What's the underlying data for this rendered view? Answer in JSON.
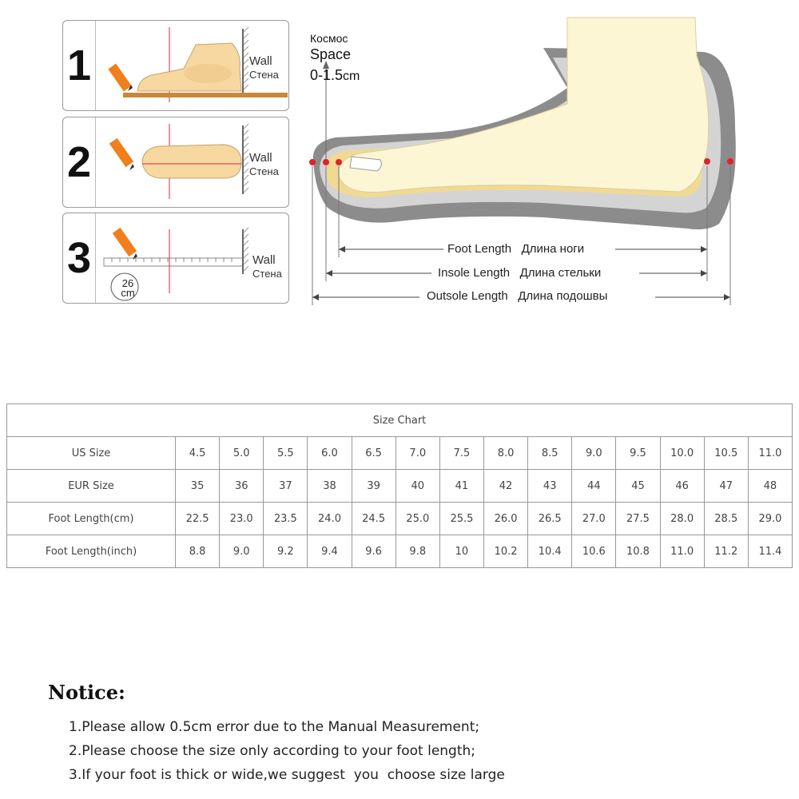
{
  "steps": [
    {
      "number": "1",
      "wall_en": "Wall",
      "wall_ru": "Стена"
    },
    {
      "number": "2",
      "wall_en": "Wall",
      "wall_ru": "Стена"
    },
    {
      "number": "3",
      "wall_en": "Wall",
      "wall_ru": "Стена",
      "ruler_value": "26",
      "ruler_unit": "cm"
    }
  ],
  "diagram": {
    "space_ru": "Космос",
    "space_en": "Space",
    "space_range": "0-1.5",
    "space_unit": "cm",
    "foot_length_en": "Foot Length",
    "foot_length_ru": "Длина ноги",
    "insole_length_en": "Insole Length",
    "insole_length_ru": "Длина стельки",
    "outsole_length_en": "Outsole Length",
    "outsole_length_ru": "Длина подошвы"
  },
  "size_chart": {
    "title": "Size Chart",
    "rows": [
      {
        "label": "US Size",
        "values": [
          "4.5",
          "5.0",
          "5.5",
          "6.0",
          "6.5",
          "7.0",
          "7.5",
          "8.0",
          "8.5",
          "9.0",
          "9.5",
          "10.0",
          "10.5",
          "11.0"
        ]
      },
      {
        "label": "EUR Size",
        "values": [
          "35",
          "36",
          "37",
          "38",
          "39",
          "40",
          "41",
          "42",
          "43",
          "44",
          "45",
          "46",
          "47",
          "48"
        ]
      },
      {
        "label": "Foot Length(cm)",
        "values": [
          "22.5",
          "23.0",
          "23.5",
          "24.0",
          "24.5",
          "25.0",
          "25.5",
          "26.0",
          "26.5",
          "27.0",
          "27.5",
          "28.0",
          "28.5",
          "29.0"
        ]
      },
      {
        "label": "Foot Length(inch)",
        "values": [
          "8.8",
          "9.0",
          "9.2",
          "9.4",
          "9.6",
          "9.8",
          "10",
          "10.2",
          "10.4",
          "10.6",
          "10.8",
          "11.0",
          "11.2",
          "11.4"
        ]
      }
    ]
  },
  "notice": {
    "title": "Notice:",
    "items": [
      "1.Please allow 0.5cm error due to the Manual Measurement;",
      "2.Please choose the size only according to your foot length;",
      "3.If your foot is thick or wide,we suggest  you  choose size large"
    ]
  }
}
